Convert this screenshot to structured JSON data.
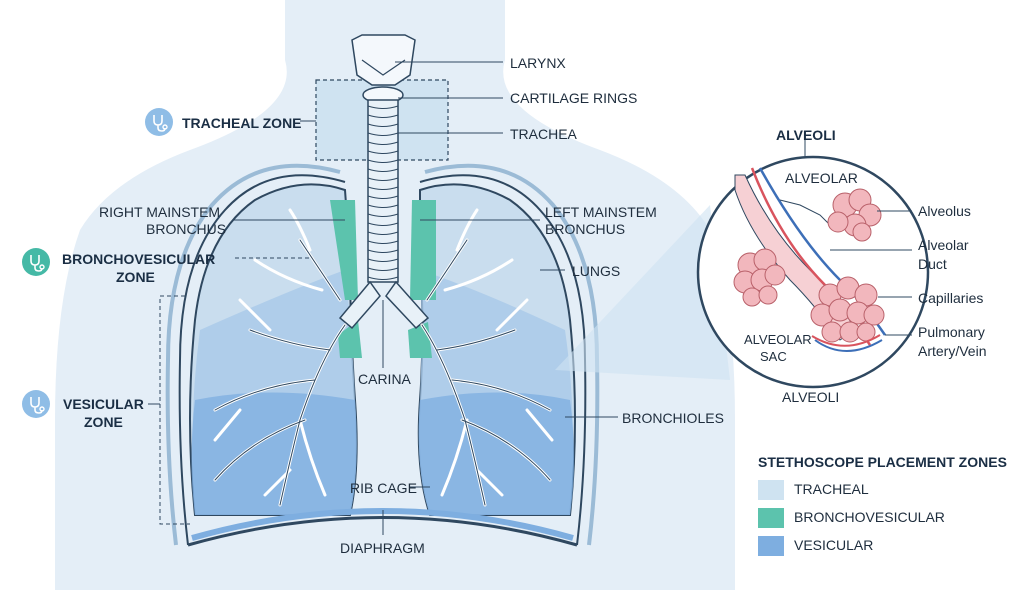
{
  "anatomy_labels": {
    "larynx": "LARYNX",
    "cartilage_rings": "CARTILAGE RINGS",
    "trachea": "TRACHEA",
    "right_mainstem_line1": "RIGHT MAINSTEM",
    "right_mainstem_line2": "BRONCHUS",
    "left_mainstem_line1": "LEFT MAINSTEM",
    "left_mainstem_line2": "BRONCHUS",
    "lungs": "LUNGS",
    "carina": "CARINA",
    "bronchioles": "BRONCHIOLES",
    "rib_cage": "RIB CAGE",
    "diaphragm": "DIAPHRAGM"
  },
  "zones": {
    "tracheal": "TRACHEAL ZONE",
    "bronchovesicular_line1": "BRONCHOVESICULAR",
    "bronchovesicular_line2": "ZONE",
    "vesicular_line1": "VESICULAR",
    "vesicular_line2": "ZONE"
  },
  "alveoli_inset": {
    "title": "ALVEOLI",
    "top_label": "ALVEOLAR",
    "alveolus": "Alveolus",
    "duct_line1": "Alveolar",
    "duct_line2": "Duct",
    "capillaries": "Capillaries",
    "pulmonary_line1": "Pulmonary",
    "pulmonary_line2": "Artery/Vein",
    "sac_line1": "ALVEOLAR",
    "sac_line2": "SAC",
    "bottom_label": "ALVEOLI"
  },
  "legend": {
    "title": "STETHOSCOPE PLACEMENT ZONES",
    "items": [
      {
        "label": "TRACHEAL",
        "color": "#cfe3f1"
      },
      {
        "label": "BRONCHOVESICULAR",
        "color": "#5cc3ad"
      },
      {
        "label": "VESICULAR",
        "color": "#7eaee0"
      }
    ]
  },
  "colors": {
    "body_silhouette": "#e4eef7",
    "tracheal_zone": "#cfe3f1",
    "bronchovesicular_zone": "#5cc3ad",
    "vesicular_zone": "#7eaee0",
    "lung_fill": "#c9ddee",
    "outline": "#2f4860",
    "alveoli_pink": "#f2b7bd",
    "vessel_red": "#d9545e",
    "vessel_blue": "#3d6fb8",
    "icon_blue": "#8fbde6",
    "icon_teal": "#45b9a6"
  }
}
